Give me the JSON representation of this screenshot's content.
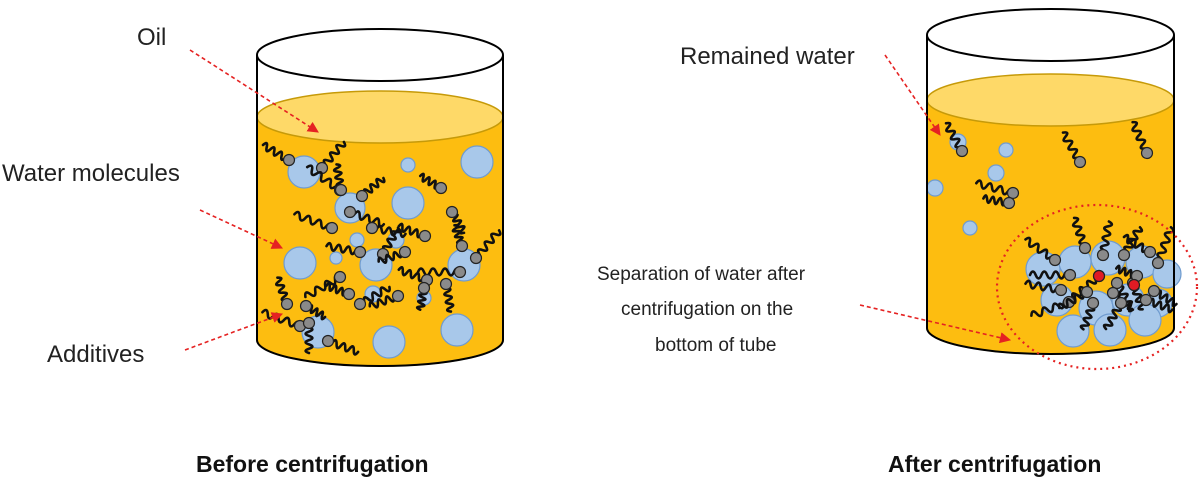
{
  "colors": {
    "oil_fill": "#fdbd10",
    "oil_top": "#fed968",
    "oil_edge": "#c69a09",
    "water": "#a8c8ea",
    "water_edge": "#6f9bcf",
    "arrow": "#e52222",
    "head": "#8a8a8a",
    "core": "#e01b24",
    "outline": "#000000"
  },
  "before": {
    "caption": "Before centrifugation",
    "labels": {
      "oil": "Oil",
      "water_molecules": "Water molecules",
      "additives": "Additives"
    }
  },
  "after": {
    "caption": "After centrifugation",
    "labels": {
      "remained_water": "Remained water",
      "separation_line1": "Separation of water after",
      "separation_line2": "centrifugation on the",
      "separation_line3": "bottom of tube"
    }
  }
}
